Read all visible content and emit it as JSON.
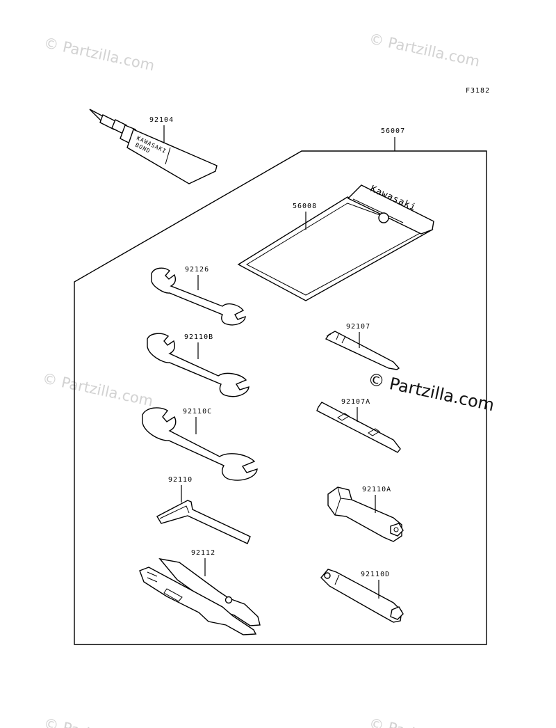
{
  "figure_code": "F3182",
  "watermark_text": "© Partzilla.com",
  "labels": {
    "p92104": "92104",
    "p56007": "56007",
    "p56008": "56008",
    "p92126": "92126",
    "p92110B": "92110B",
    "p92110C": "92110C",
    "p92110": "92110",
    "p92112": "92112",
    "p92107": "92107",
    "p92107A": "92107A",
    "p92110A": "92110A",
    "p92110D": "92110D"
  },
  "product_text": {
    "tube_brand": "KAWASAKI",
    "tube_product": "BOND",
    "pouch_brand": "Kawasaki"
  }
}
